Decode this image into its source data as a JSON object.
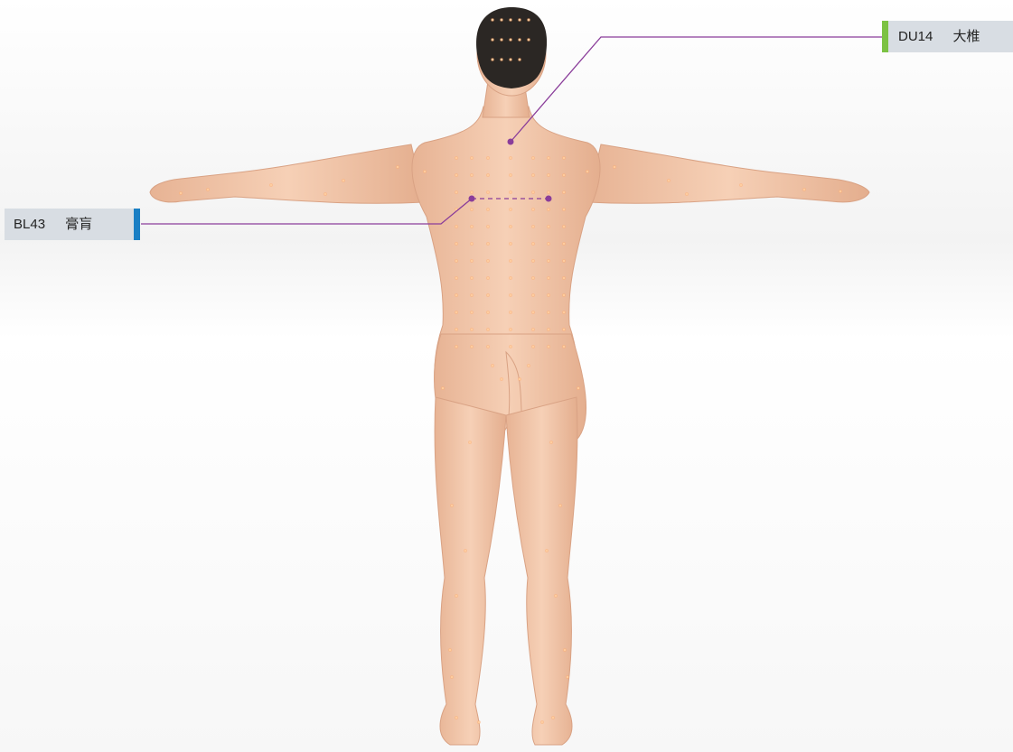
{
  "acupoints": [
    {
      "code": "BL43",
      "name": "膏肓",
      "accent": "#1a7fc4"
    },
    {
      "code": "DU14",
      "name": "大椎",
      "accent": "#7cc243"
    }
  ],
  "colors": {
    "leader_line": "#8a3d9a",
    "point_dot": "#ffb27a",
    "skin": "#f0c2a2",
    "hair": "#2b2724",
    "background_floor": "#e6e6e6"
  },
  "icons": [
    "acupoint-marker",
    "human-back-figure"
  ]
}
